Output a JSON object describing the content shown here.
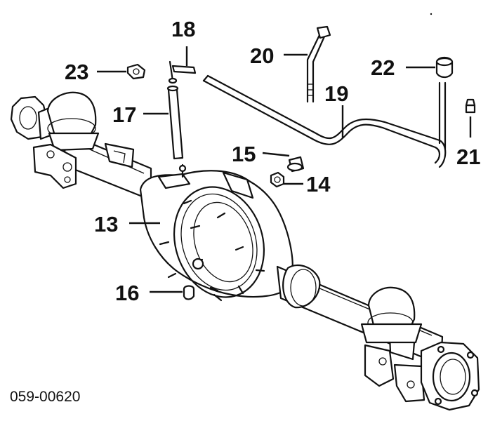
{
  "diagram": {
    "code": "059-00620",
    "parts": [
      {
        "id": "p13",
        "label": "13",
        "name": "axle-housing"
      },
      {
        "id": "p14",
        "label": "14",
        "name": "nut"
      },
      {
        "id": "p15",
        "label": "15",
        "name": "plug"
      },
      {
        "id": "p16",
        "label": "16",
        "name": "drain-plug"
      },
      {
        "id": "p17",
        "label": "17",
        "name": "breather-hose"
      },
      {
        "id": "p18",
        "label": "18",
        "name": "breather-fitting"
      },
      {
        "id": "p19",
        "label": "19",
        "name": "breather-pipe"
      },
      {
        "id": "p20",
        "label": "20",
        "name": "bolt-union"
      },
      {
        "id": "p21",
        "label": "21",
        "name": "cap-fitting"
      },
      {
        "id": "p22",
        "label": "22",
        "name": "breather-cap"
      },
      {
        "id": "p23",
        "label": "23",
        "name": "clip"
      }
    ]
  }
}
